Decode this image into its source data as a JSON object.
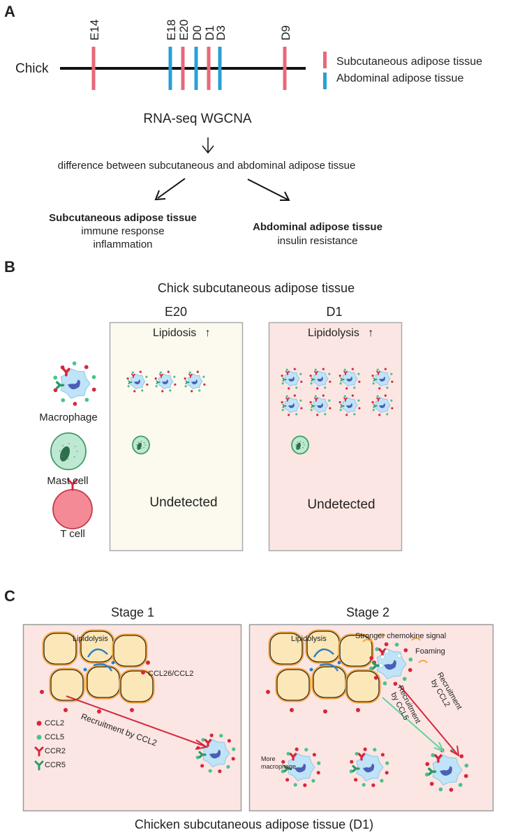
{
  "panels": {
    "a": "A",
    "b": "B",
    "c": "C"
  },
  "panel_a": {
    "timeline_label": "Chick",
    "timepoints": [
      {
        "label": "E14",
        "tissue": "subcutaneous"
      },
      {
        "label": "E18",
        "tissue": "abdominal"
      },
      {
        "label": "E20",
        "tissue": "subcutaneous"
      },
      {
        "label": "D0",
        "tissue": "abdominal"
      },
      {
        "label": "D1",
        "tissue": "subcutaneous"
      },
      {
        "label": "D3",
        "tissue": "abdominal"
      },
      {
        "label": "D9",
        "tissue": "subcutaneous"
      }
    ],
    "legend": {
      "subcutaneous": "Subcutaneous adipose tissue",
      "abdominal": "Abdominal adipose tissue"
    },
    "method": "RNA-seq WGCNA",
    "difference": "difference between subcutaneous and abdominal adipose tissue",
    "left_outcome": {
      "title": "Subcutaneous adipose tissue",
      "line1": "immune response",
      "line2": "inflammation"
    },
    "right_outcome": {
      "title": "Abdominal adipose tissue",
      "line1": "insulin resistance"
    }
  },
  "panel_b": {
    "title": "Chick subcutaneous adipose tissue",
    "e20": {
      "label": "E20",
      "process": "Lipidosis",
      "arrow": "↑",
      "note": "Undetected"
    },
    "d1": {
      "label": "D1",
      "process": "Lipidolysis",
      "arrow": "↑",
      "note": "Undetected"
    },
    "cells": {
      "macrophage": "Macrophage",
      "mast": "Mast cell",
      "t": "T cell"
    }
  },
  "panel_c": {
    "stage1": {
      "title": "Stage 1",
      "lipidolysis": "Lipidolysis",
      "chemokine": "CCL26/CCL2",
      "recruitment": "Recruitment by CCL2"
    },
    "legend": {
      "ccl2": "CCL2",
      "ccl5": "CCL5",
      "ccr2": "CCR2",
      "ccr5": "CCR5"
    },
    "stage2": {
      "title": "Stage 2",
      "lipidolysis": "Lipidolysis",
      "signal": "Stronger chemokine signal",
      "foaming": "Foaming",
      "recruit_ccl5": "Recruitment by CCL5",
      "recruit_ccl2": "Recruitment by CCL2",
      "more_macrophage": "More macrophage"
    },
    "caption": "Chicken subcutaneous adipose tissue (D1)"
  },
  "colors": {
    "subcutaneous": "#e8687a",
    "abdominal": "#2a9fd6",
    "ccl2": "#d7263d",
    "ccl5": "#4cc28e",
    "ccr2": "#d7263d",
    "ccr5": "#2e9a6a",
    "macrophage_body": "#bfe3f7",
    "nucleus": "#4a5fb8",
    "mast": "#bfe8d2",
    "tcell": "#f48a96",
    "adipocyte": "#fbe7b8",
    "adipocyte_edge": "#f2a33a",
    "panel_bg_e20": "#fcfaef",
    "panel_bg_pink": "#fbe6e3"
  }
}
